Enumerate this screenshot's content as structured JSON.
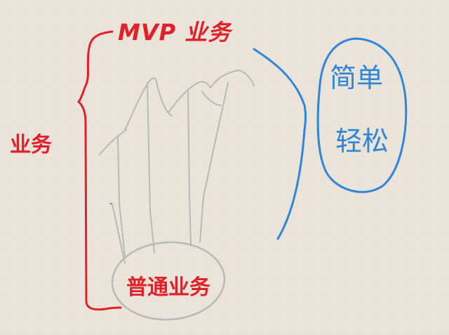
{
  "labels": {
    "top": "MVP 业务",
    "left": "业务",
    "bottom": "普通业务",
    "right_line1": "简单",
    "right_line2": "轻松"
  },
  "colors": {
    "background": "#ebe5db",
    "red_ink": "#e2202a",
    "blue_ink": "#2f86d9",
    "gray_ink": "#b9b9b7"
  }
}
